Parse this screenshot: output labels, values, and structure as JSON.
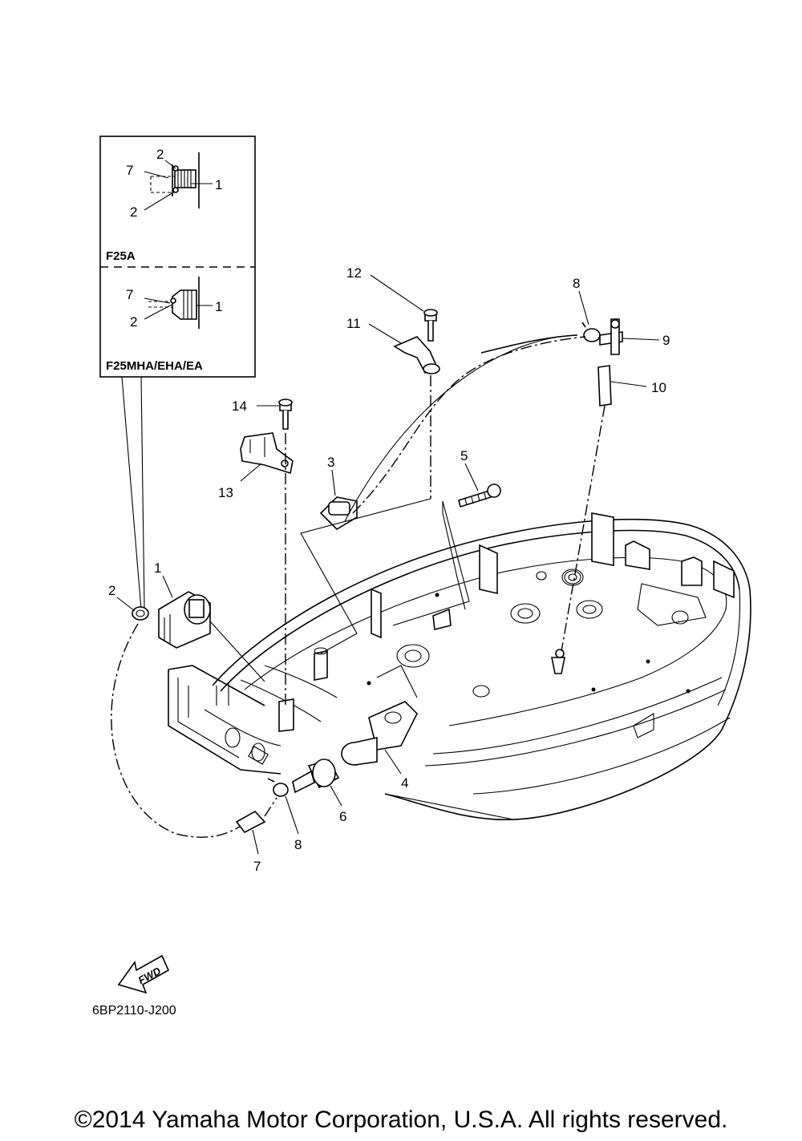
{
  "inset": {
    "variant_a_label": "F25A",
    "variant_b_label": "F25MHA/EHA/EA",
    "variant_a_callouts": [
      "2",
      "7",
      "1",
      "2"
    ],
    "variant_b_callouts": [
      "7",
      "1",
      "2"
    ]
  },
  "callouts": {
    "c1": "1",
    "c2": "2",
    "c3": "3",
    "c4": "4",
    "c5": "5",
    "c6": "6",
    "c7": "7",
    "c8a": "8",
    "c8b": "8",
    "c9": "9",
    "c10": "10",
    "c11": "11",
    "c12": "12",
    "c13": "13",
    "c14": "14"
  },
  "fwd_label": "FWD",
  "diagram_code": "6BP2110-J200",
  "copyright": "©2014 Yamaha Motor Corporation, U.S.A. All rights reserved."
}
